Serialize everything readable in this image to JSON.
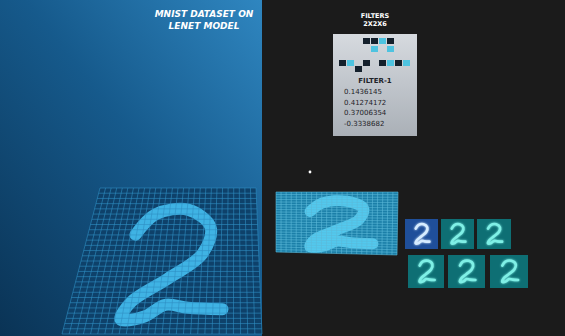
{
  "diagram": {
    "title": "MNIST DATASET ON LENET MODEL",
    "nodes": [
      {
        "text": [
          "FILTERS 2X2X6",
          "FILTER-1",
          "0.1436145",
          "0.41274172",
          "0.37006354",
          "-0.3338682"
        ]
      }
    ]
  }
}
